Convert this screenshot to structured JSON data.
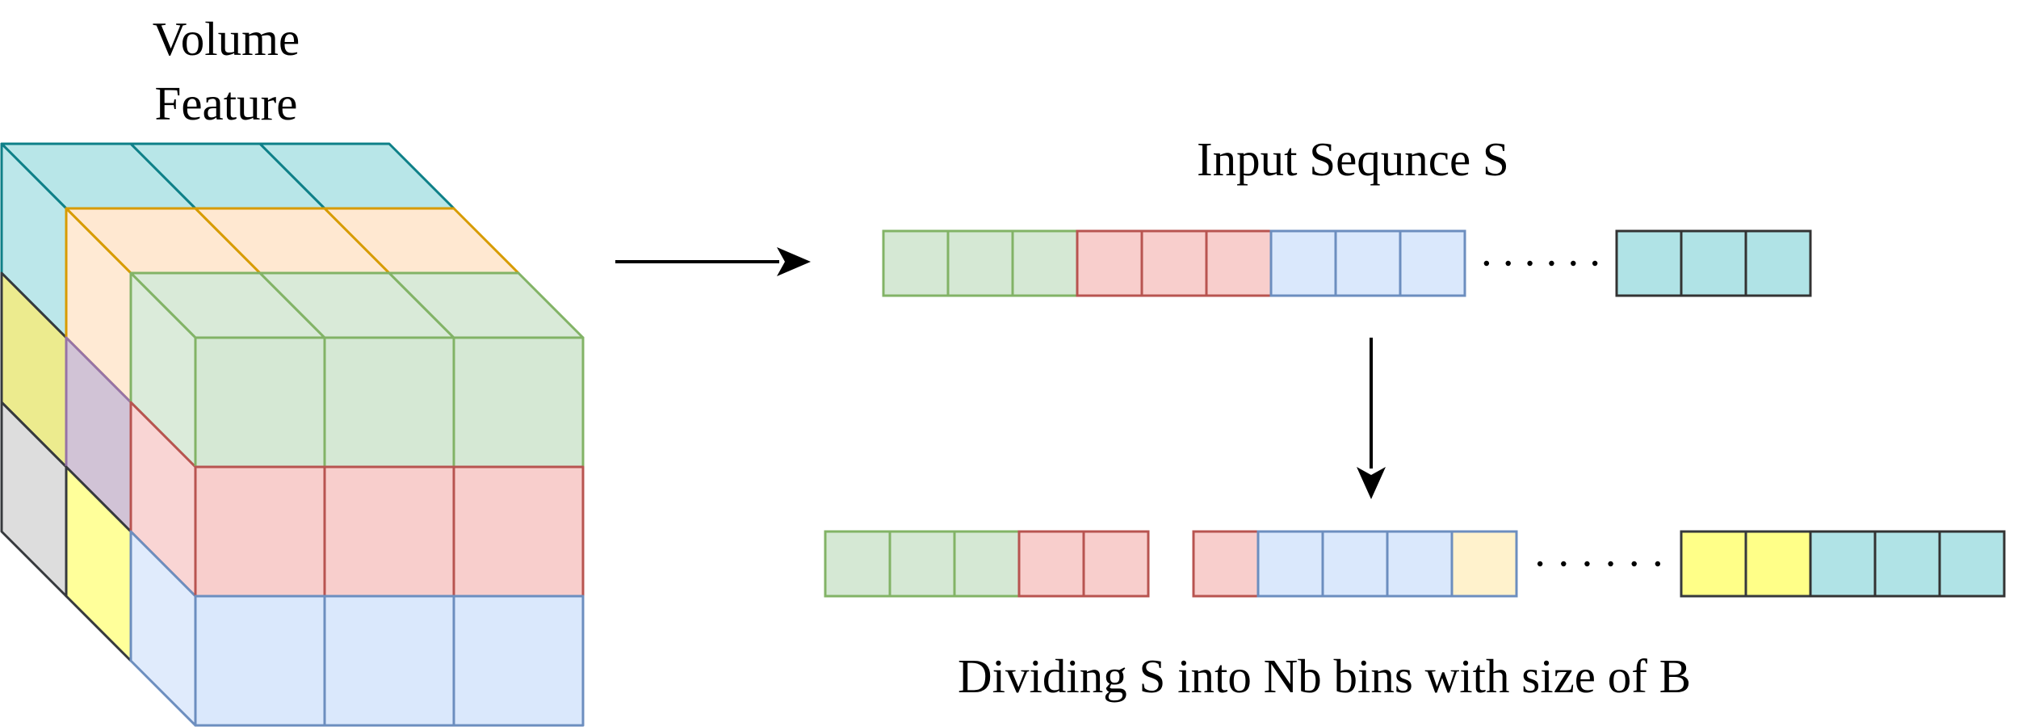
{
  "labels": {
    "volume_line1": "Volume",
    "volume_line2": "Feature",
    "input_sequence": "Input Sequnce S",
    "dividing": "Dividing S into  Nb bins with size of B"
  },
  "colors": {
    "green": {
      "fill": "#d5e8d4",
      "stroke": "#82b366"
    },
    "red": {
      "fill": "#f8cecc",
      "stroke": "#b85450"
    },
    "blue": {
      "fill": "#dae8fc",
      "stroke": "#6c8ebf"
    },
    "orange": {
      "fill": "#ffe6cc",
      "stroke": "#d79b00"
    },
    "teal": {
      "fill": "#b0e3e6",
      "stroke": "#0e8088"
    },
    "teal_seq": {
      "fill": "#b0e3e6",
      "stroke": "#333333"
    },
    "yellow": {
      "fill": "#ffff88",
      "stroke": "#36393d"
    },
    "yellow_cube": {
      "fill": "#e9e87a",
      "stroke": "#36393d"
    },
    "purple": {
      "fill": "#c9b8cf",
      "stroke": "#9673a6"
    },
    "gray": {
      "fill": "#d7d7d7",
      "stroke": "#36393d"
    },
    "cream": {
      "fill": "#fff2cc",
      "stroke": "#6c8ebf"
    }
  },
  "input_sequence_cells": [
    "green",
    "green",
    "green",
    "red",
    "red",
    "red",
    "blue",
    "blue",
    "blue",
    "gap",
    "teal_seq",
    "teal_seq",
    "teal_seq"
  ],
  "binned_sequence_cells": [
    "green",
    "green",
    "green",
    "red",
    "red",
    "break",
    "red",
    "blue",
    "blue",
    "blue",
    "cream",
    "gap",
    "yellow",
    "yellow",
    "teal_seq",
    "teal_seq",
    "teal_seq"
  ]
}
